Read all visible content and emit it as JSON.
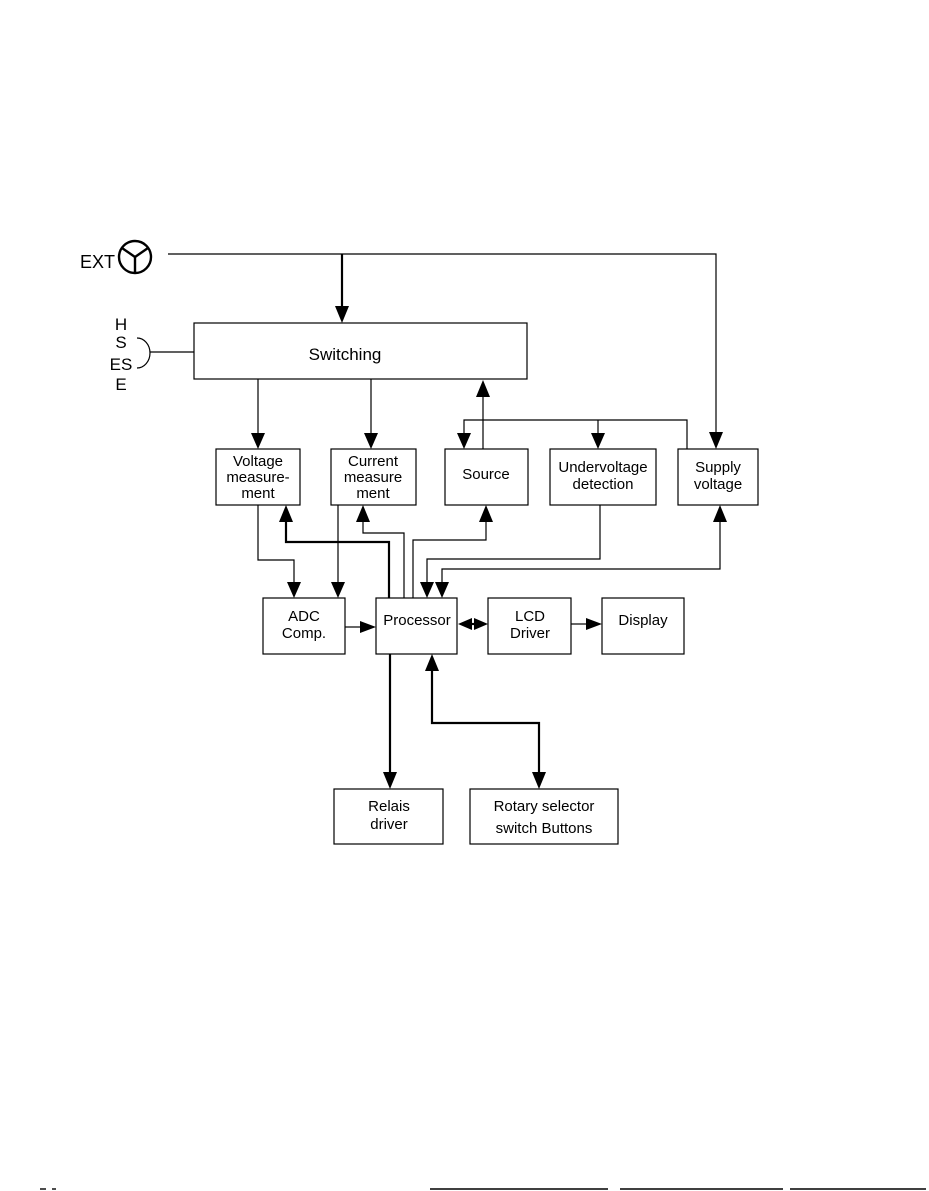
{
  "diagram": {
    "ext_label": "EXT",
    "switch_positions": [
      "H",
      "S",
      "ES",
      "E"
    ],
    "blocks": {
      "switching": [
        "Switching"
      ],
      "voltage_measurement": [
        "Voltage",
        "measure-",
        "ment"
      ],
      "current_measurement": [
        "Current",
        "measure",
        "ment"
      ],
      "source": [
        "Source"
      ],
      "undervoltage_detection": [
        "Undervoltage",
        "detection"
      ],
      "supply_voltage": [
        "Supply",
        "voltage"
      ],
      "adc_comp": [
        "ADC",
        "Comp."
      ],
      "processor": [
        "Processor"
      ],
      "lcd_driver": [
        "LCD",
        "Driver"
      ],
      "display": [
        "Display"
      ],
      "relais_driver": [
        "Relais",
        "driver"
      ],
      "rotary_selector": [
        "Rotary selector",
        "switch Buttons"
      ]
    }
  }
}
